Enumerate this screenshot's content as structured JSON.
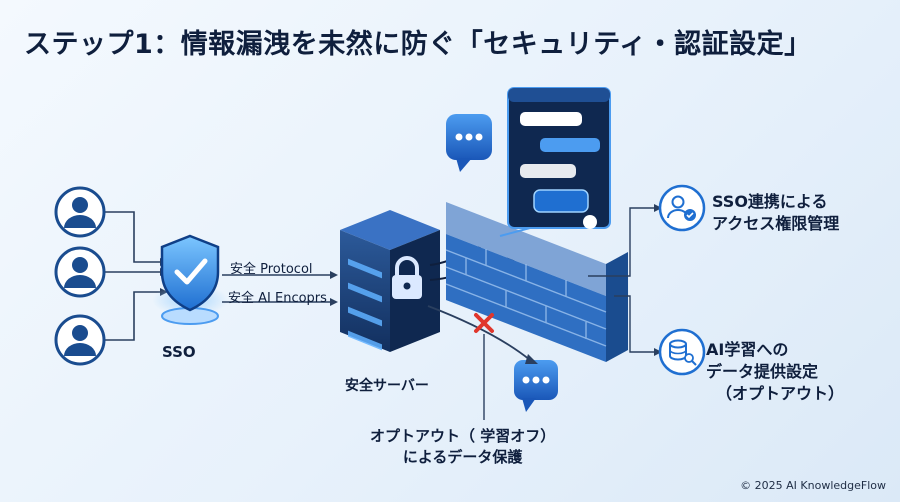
{
  "title": "ステップ1：情報漏洩を未然に防ぐ「セキュリティ・認証設定」",
  "labels": {
    "sso": "SSO",
    "protocol": "安全 Protocol",
    "encryption": "安全 AI Encoprs",
    "server": "安全サーバー",
    "optout_line1": "オプトアウト（ 学習オフ）",
    "optout_line2": "によるデータ保護"
  },
  "features": [
    {
      "line1": "SSO連携による",
      "line2": "アクセス権限管理",
      "icon": "user-check-icon"
    },
    {
      "line1": "AI学習への",
      "line2": "データ提供設定",
      "line3": "（オプトアウト）",
      "icon": "database-search-icon"
    }
  ],
  "footer": "© 2025 AI KnowledgeFlow",
  "colors": {
    "accent": "#1f6fd1",
    "dark": "#0f1f3d",
    "blocked": "#e0362c",
    "line": "#2a3f5f"
  }
}
